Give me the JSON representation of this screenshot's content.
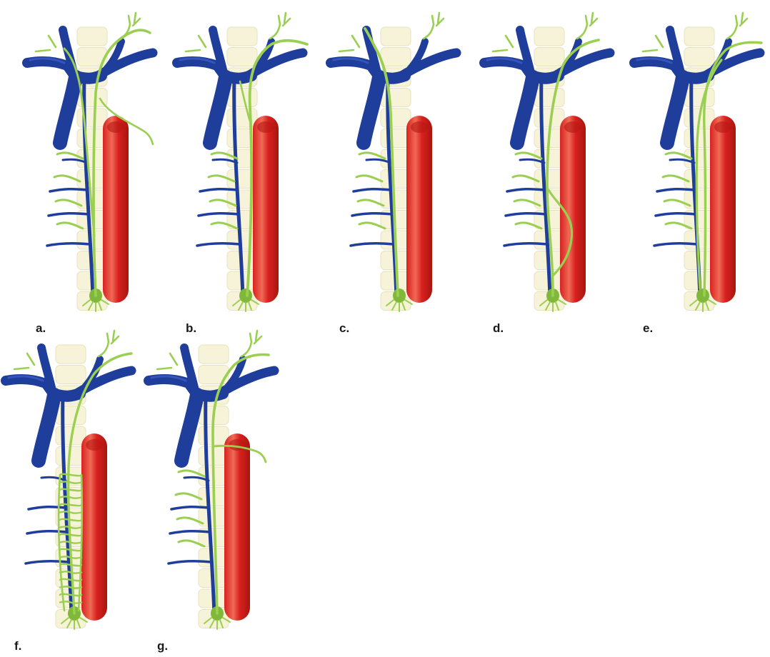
{
  "figure": {
    "colors": {
      "background": "#ffffff",
      "spine": "#f6f3d9",
      "spine_edge": "#e7e2bd",
      "vein": "#1f3d9a",
      "vein_highlight": "#3f5fc6",
      "aorta": "#d8211f",
      "aorta_highlight": "#f06a55",
      "lymphatic": "#9bcf52",
      "cisterna": "#7fb83a"
    },
    "panels": [
      {
        "label": "a.",
        "variant": "left-and-right-trunks"
      },
      {
        "label": "b.",
        "variant": "single-trunk-with-branches"
      },
      {
        "label": "c.",
        "variant": "single-trunk-left"
      },
      {
        "label": "d.",
        "variant": "trunk-with-loop"
      },
      {
        "label": "e.",
        "variant": "double-trunk"
      },
      {
        "label": "f.",
        "variant": "plexiform"
      },
      {
        "label": "g.",
        "variant": "single-trunk-with-right-branch"
      }
    ]
  }
}
